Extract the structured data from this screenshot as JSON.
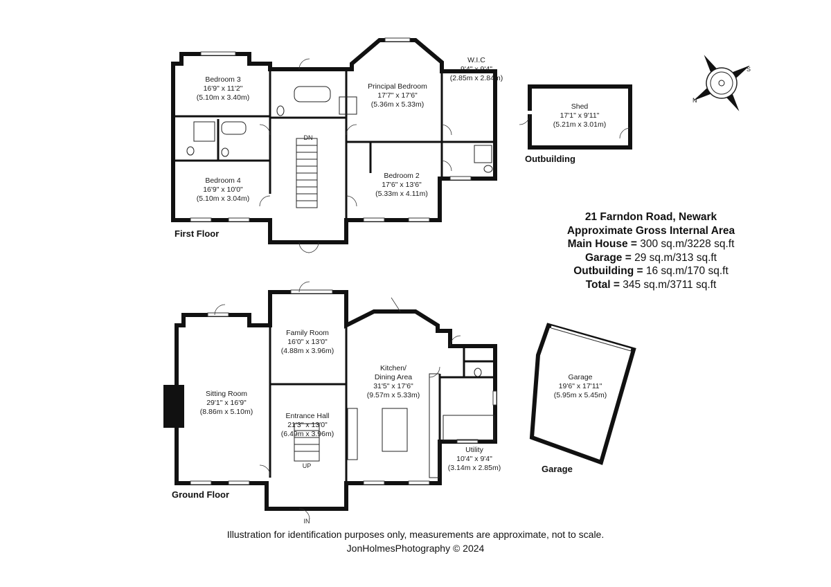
{
  "title": {
    "address": "21 Farndon Road, Newark",
    "subtitle": "Approximate Gross Internal Area",
    "areas": [
      {
        "label": "Main House",
        "value": "300 sq.m/3228 sq.ft"
      },
      {
        "label": "Garage",
        "value": "29 sq.m/313 sq.ft"
      },
      {
        "label": "Outbuilding",
        "value": "16 sq.m/170 sq.ft"
      },
      {
        "label": "Total",
        "value": "345 sq.m/3711 sq.ft"
      }
    ]
  },
  "floors": {
    "first": "First Floor",
    "ground": "Ground Floor",
    "outbuilding": "Outbuilding",
    "garage": "Garage"
  },
  "rooms": {
    "bedroom3": {
      "name": "Bedroom 3",
      "imperial": "16'9\" x 11'2\"",
      "metric": "(5.10m x 3.40m)"
    },
    "bedroom4": {
      "name": "Bedroom 4",
      "imperial": "16'9\" x 10'0\"",
      "metric": "(5.10m x 3.04m)"
    },
    "principal": {
      "name": "Principal Bedroom",
      "imperial": "17'7\" x 17'6\"",
      "metric": "(5.36m x 5.33m)"
    },
    "wic": {
      "name": "W.I.C",
      "imperial": "9'4\" x 9'4\"",
      "metric": "(2.85m x 2.84m)"
    },
    "bedroom2": {
      "name": "Bedroom 2",
      "imperial": "17'6\" x 13'6\"",
      "metric": "(5.33m x 4.11m)"
    },
    "shed": {
      "name": "Shed",
      "imperial": "17'1\" x 9'11\"",
      "metric": "(5.21m x 3.01m)"
    },
    "sitting": {
      "name": "Sitting Room",
      "imperial": "29'1\" x 16'9\"",
      "metric": "(8.86m x 5.10m)"
    },
    "family": {
      "name": "Family Room",
      "imperial": "16'0\" x 13'0\"",
      "metric": "(4.88m x 3.96m)"
    },
    "kitchen": {
      "name": "Kitchen/",
      "name2": "Dining Area",
      "imperial": "31'5\" x 17'6\"",
      "metric": "(9.57m x 5.33m)"
    },
    "hall": {
      "name": "Entrance Hall",
      "imperial": "21'3\" x 13'0\"",
      "metric": "(6.49m x 3.96m)"
    },
    "utility": {
      "name": "Utility",
      "imperial": "10'4\" x 9'4\"",
      "metric": "(3.14m x 2.85m)"
    },
    "garage": {
      "name": "Garage",
      "imperial": "19'6\" x 17'11\"",
      "metric": "(5.95m x 5.45m)"
    }
  },
  "labels": {
    "dn": "DN",
    "up": "UP",
    "in": "IN"
  },
  "compass": {
    "n": "N",
    "s": "S"
  },
  "footer": {
    "disclaimer": "Illustration for identification purposes only, measurements are approximate, not to scale.",
    "credit": "JonHolmesPhotography © 2024"
  }
}
